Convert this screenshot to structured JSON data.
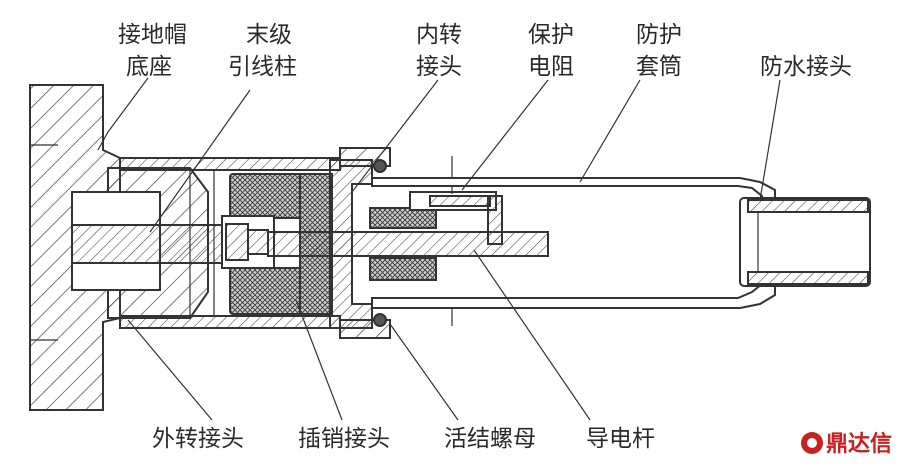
{
  "labels": {
    "ground_cap_base_l1": "接地帽",
    "ground_cap_base_l2": "底座",
    "terminal_post_l1": "末级",
    "terminal_post_l2": "引线柱",
    "inner_adapter_l1": "内转",
    "inner_adapter_l2": "接头",
    "protection_resistor_l1": "保护",
    "protection_resistor_l2": "电阻",
    "protective_sleeve_l1": "防护",
    "protective_sleeve_l2": "套筒",
    "waterproof_connector": "防水接头",
    "outer_adapter": "外转接头",
    "pin_connector": "插销接头",
    "union_nut": "活结螺母",
    "conductive_rod": "导电杆"
  },
  "watermark": {
    "text": "鼎达信"
  },
  "colors": {
    "line": "#333333",
    "watermark": "#cc1f1f"
  }
}
